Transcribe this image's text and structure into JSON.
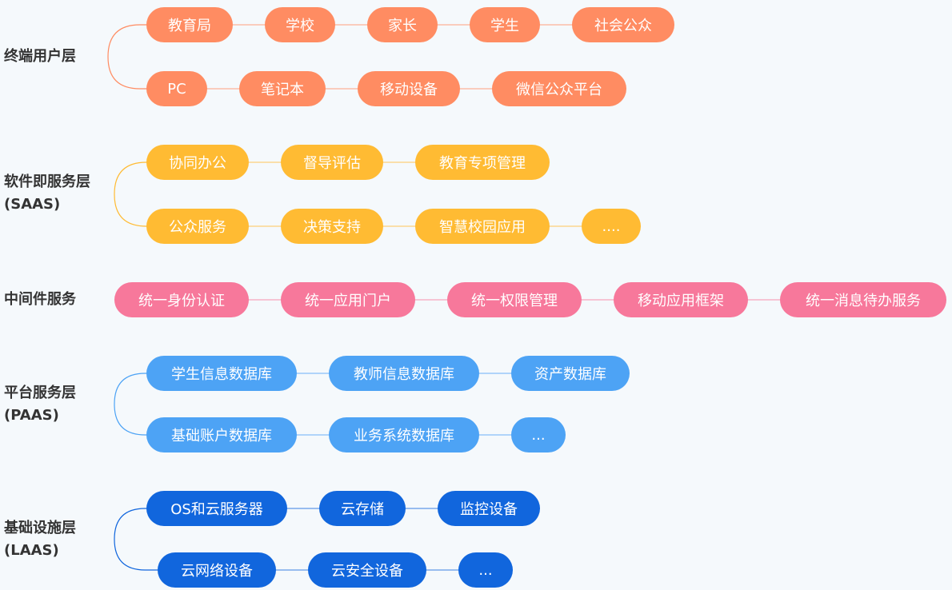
{
  "colors": {
    "terminal": "#FF8C62",
    "saas": "#FFBB33",
    "middleware": "#F7789B",
    "paas": "#4DA3F5",
    "iaas": "#1166DD",
    "background": "#F5F9FC"
  },
  "layers": [
    {
      "id": "terminal",
      "title": "终端用户层",
      "subtitle": "",
      "rows": [
        [
          "教育局",
          "学校",
          "家长",
          "学生",
          "社会公众"
        ],
        [
          "PC",
          "笔记本",
          "移动设备",
          "微信公众平台"
        ]
      ]
    },
    {
      "id": "saas",
      "title": "软件即服务层",
      "subtitle": "(SAAS)",
      "rows": [
        [
          "协同办公",
          "督导评估",
          "教育专项管理"
        ],
        [
          "公众服务",
          "决策支持",
          "智慧校园应用",
          "...."
        ]
      ]
    },
    {
      "id": "middleware",
      "title": "中间件服务",
      "subtitle": "",
      "rows": [
        [
          "统一身份认证",
          "统一应用门户",
          "统一权限管理",
          "移动应用框架",
          "统一消息待办服务"
        ]
      ]
    },
    {
      "id": "paas",
      "title": "平台服务层",
      "subtitle": "(PAAS)",
      "rows": [
        [
          "学生信息数据库",
          "教师信息数据库",
          "资产数据库"
        ],
        [
          "基础账户数据库",
          "业务系统数据库",
          "..."
        ]
      ]
    },
    {
      "id": "iaas",
      "title": "基础设施层",
      "subtitle": "(LAAS)",
      "rows": [
        [
          "OS和云服务器",
          "云存储",
          "监控设备"
        ],
        [
          "云网络设备",
          "云安全设备",
          "..."
        ]
      ]
    }
  ]
}
